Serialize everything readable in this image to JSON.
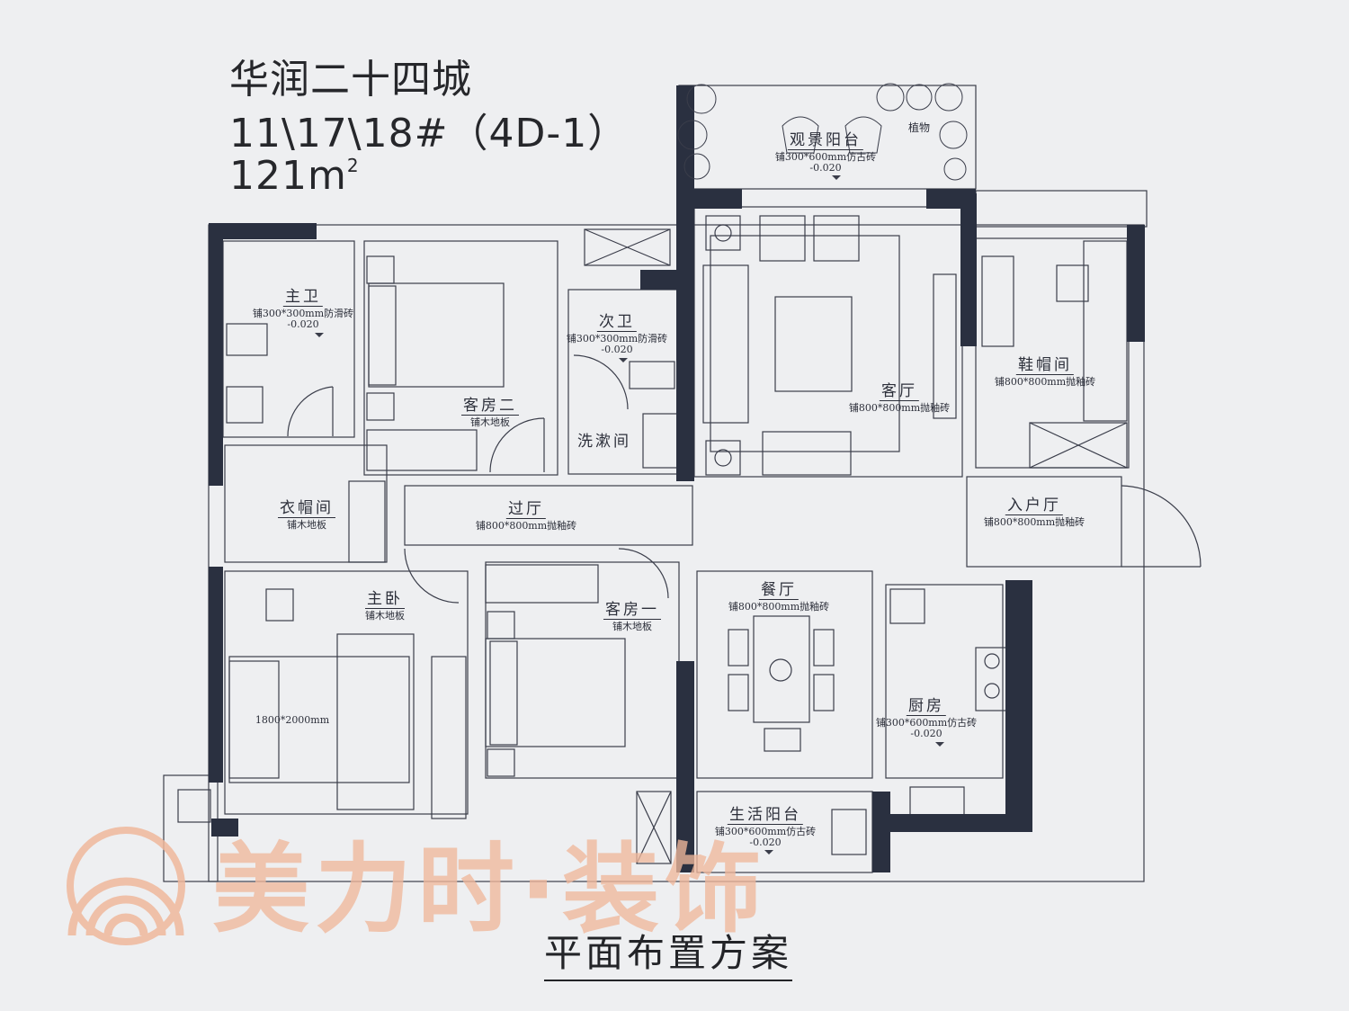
{
  "header": {
    "project": "华润二十四城",
    "unit": "11\\17\\18#（4D-1）",
    "area_value": "121m",
    "area_unit_sup": "2"
  },
  "rooms": {
    "balcony_view": {
      "name": "观景阳台",
      "spec": "铺300*600mm仿古砖",
      "level": "-0.020"
    },
    "plants": "植物",
    "master_bath": {
      "name": "主卫",
      "spec": "铺300*300mm防滑砖",
      "level": "-0.020"
    },
    "guest2": {
      "name": "客房二",
      "spec": "铺木地板"
    },
    "second_bath": {
      "name": "次卫",
      "spec": "铺300*300mm防滑砖",
      "level": "-0.020"
    },
    "wash": {
      "name": "洗漱间"
    },
    "living": {
      "name": "客厅",
      "spec": "铺800*800mm抛釉砖"
    },
    "shoe": {
      "name": "鞋帽间",
      "spec": "铺800*800mm抛釉砖"
    },
    "entry": {
      "name": "入户厅",
      "spec": "铺800*800mm抛釉砖"
    },
    "hall": {
      "name": "过厅",
      "spec": "铺800*800mm抛釉砖"
    },
    "closet": {
      "name": "衣帽间",
      "spec": "铺木地板"
    },
    "master": {
      "name": "主卧",
      "spec": "铺木地板"
    },
    "bed_size": "1800*2000mm",
    "guest1": {
      "name": "客房一",
      "spec": "铺木地板"
    },
    "dining": {
      "name": "餐厅",
      "spec": "铺800*800mm抛釉砖"
    },
    "kitchen": {
      "name": "厨房",
      "spec": "铺300*600mm仿古砖",
      "level": "-0.020"
    },
    "service_balcony": {
      "name": "生活阳台",
      "spec": "铺300*600mm仿古砖",
      "level": "-0.020"
    }
  },
  "watermark": {
    "text": "美力时·装饰",
    "color": "#f0b89c"
  },
  "footer": {
    "title": "平面布置方案"
  },
  "colors": {
    "wall": "#2a3040",
    "line": "#3a3d4a",
    "background": "#eeeff1"
  }
}
